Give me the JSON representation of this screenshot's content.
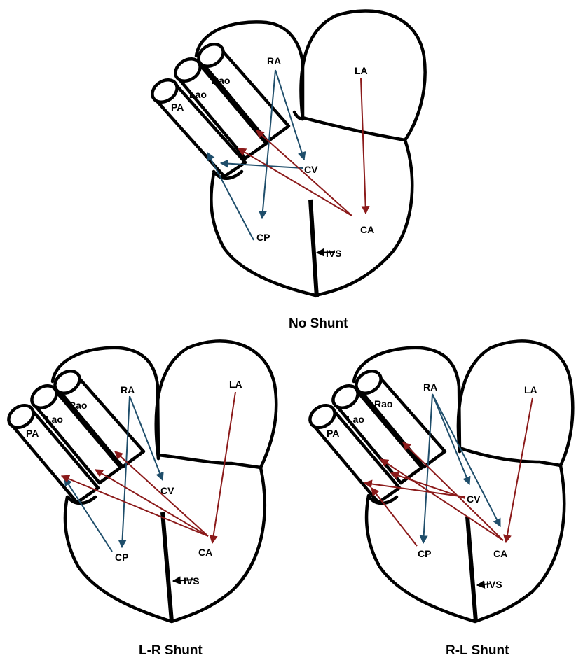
{
  "panels": {
    "no_shunt": {
      "caption": "No Shunt"
    },
    "lr_shunt": {
      "caption": "L-R Shunt"
    },
    "rl_shunt": {
      "caption": "R-L Shunt"
    }
  },
  "labels": {
    "pa": "PA",
    "lao": "Lao",
    "rao": "Rao",
    "ra": "RA",
    "la": "LA",
    "cv": "CV",
    "ca": "CA",
    "cp": "CP",
    "ivs": "IVS"
  },
  "colors": {
    "red_arrow": "#8b1a1a",
    "blue_arrow": "#1f4e6b",
    "outline": "#000000"
  }
}
